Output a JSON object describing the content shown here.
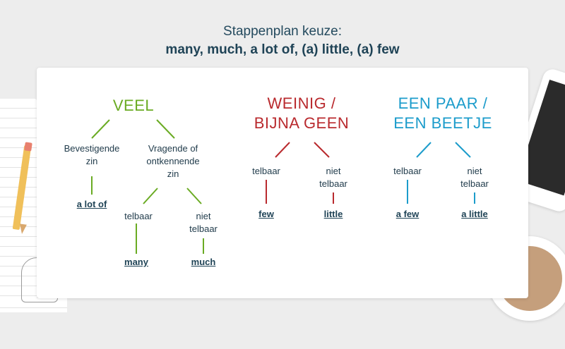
{
  "title": {
    "line1": "Stappenplan keuze:",
    "line2": "many, much, a lot of, (a) little, (a) few"
  },
  "colors": {
    "green": "#6aab23",
    "red": "#b92a2e",
    "blue": "#1c9ccb",
    "text": "#1f3a4a",
    "answer": "#1f4356"
  },
  "veel": {
    "heading": "VEEL",
    "left_line1": "Bevestigende",
    "left_line2": "zin",
    "right_line1": "Vragende of",
    "right_line2": "ontkennende",
    "right_line3": "zin",
    "answer_left": "a lot of",
    "count_label": "telbaar",
    "uncount_line1": "niet",
    "uncount_line2": "telbaar",
    "answer_count": "many",
    "answer_uncount": "much"
  },
  "weinig": {
    "heading_line1": "WEINIG /",
    "heading_line2": "BIJNA GEEN",
    "count_label": "telbaar",
    "uncount_line1": "niet",
    "uncount_line2": "telbaar",
    "answer_count": "few",
    "answer_uncount": "little"
  },
  "paar": {
    "heading_line1": "EEN PAAR /",
    "heading_line2": "EEN BEETJE",
    "count_label": "telbaar",
    "uncount_line1": "niet",
    "uncount_line2": "telbaar",
    "answer_count": "a few",
    "answer_uncount": "a little"
  }
}
